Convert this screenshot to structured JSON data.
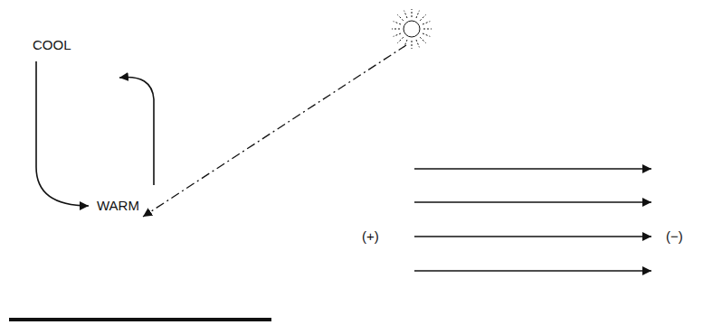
{
  "diagram": {
    "labels": [
      "COOL",
      "WARM",
      "(+)",
      "(−)"
    ]
  }
}
